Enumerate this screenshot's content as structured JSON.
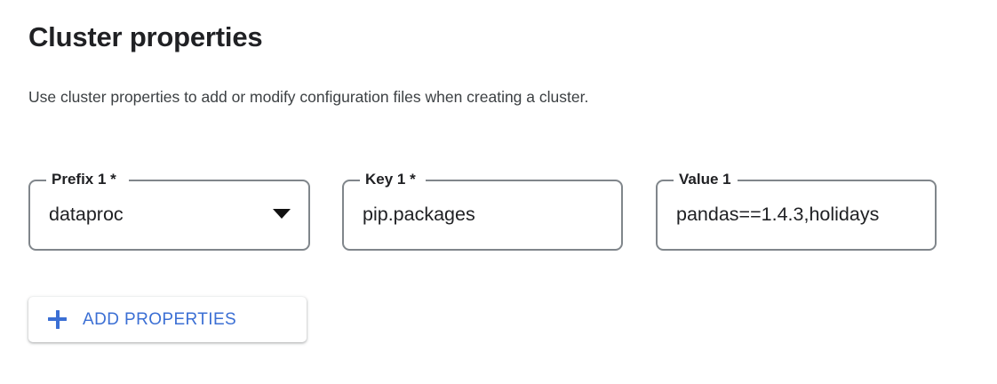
{
  "section": {
    "title": "Cluster properties",
    "description": "Use cluster properties to add or modify configuration files when creating a cluster."
  },
  "fields": [
    {
      "label": "Prefix 1 *",
      "value": "dataproc",
      "control": "select",
      "trailing_icon": "chevron-down-icon",
      "required": true
    },
    {
      "label": "Key 1 *",
      "value": "pip.packages",
      "control": "text",
      "trailing_icon": null,
      "required": true
    },
    {
      "label": "Value 1",
      "value": "pandas==1.4.3,holidays",
      "control": "text",
      "trailing_icon": null,
      "required": false
    }
  ],
  "actions": {
    "add_properties_label": "ADD PROPERTIES",
    "add_properties_icon": "plus-icon"
  },
  "colors": {
    "accent_blue": "#3b6fd4",
    "text_primary": "#202124",
    "text_secondary": "#3c4043",
    "field_border": "#80868b",
    "background": "#ffffff"
  }
}
